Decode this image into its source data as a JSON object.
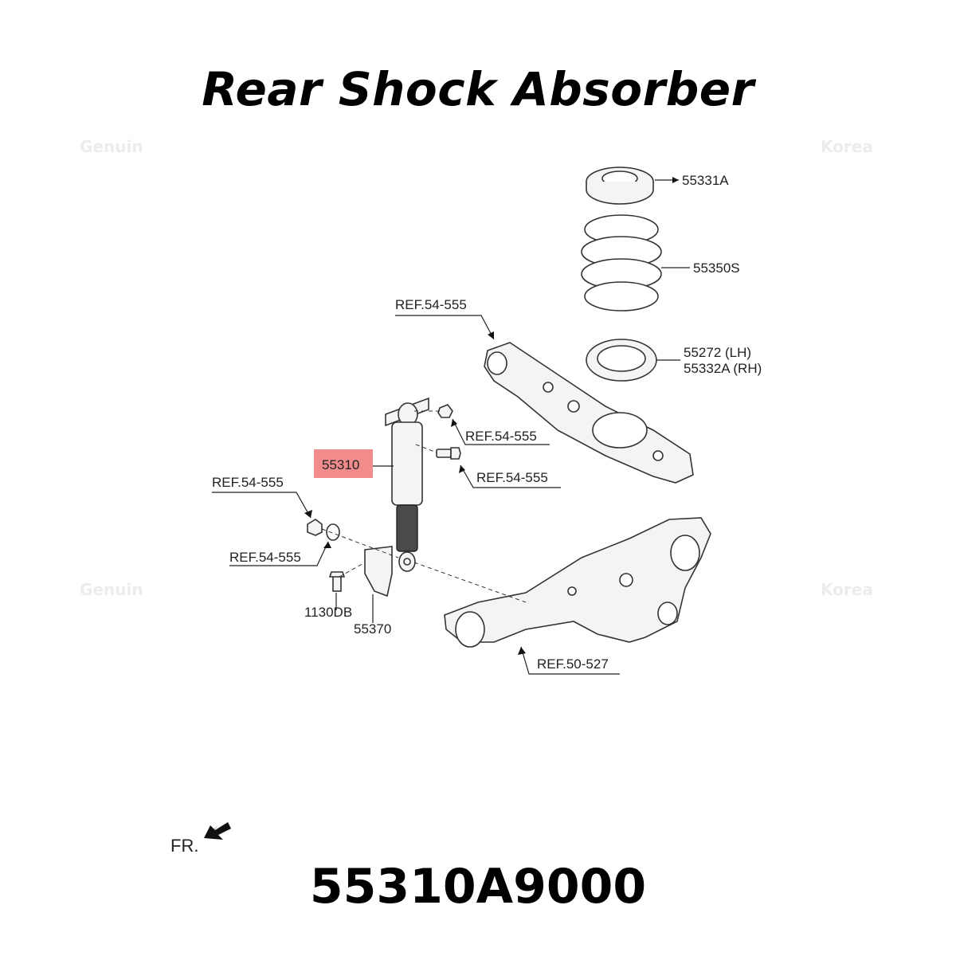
{
  "title": "Rear Shock Absorber",
  "part_number": "55310A9000",
  "watermarks": [
    "Genuin",
    "Korea",
    "Genuin",
    "Korea"
  ],
  "callouts": {
    "seat_upper": "55331A",
    "spring": "55350S",
    "lower_arm_ref": "REF.54-555",
    "seat_lower_lh": "55272  (LH)",
    "seat_lower_rh": "55332A (RH)",
    "nut_upper_ref": "REF.54-555",
    "shock": "55310",
    "bolt_upper_ref": "REF.54-555",
    "nut_lower_ref": "REF.54-555",
    "washer_lower_ref": "REF.54-555",
    "screw": "1130DB",
    "guard": "55370",
    "carrier_ref": "REF.50-527"
  },
  "front_indicator": "FR.",
  "colors": {
    "highlight": "#f28c8c",
    "line": "#222222"
  }
}
